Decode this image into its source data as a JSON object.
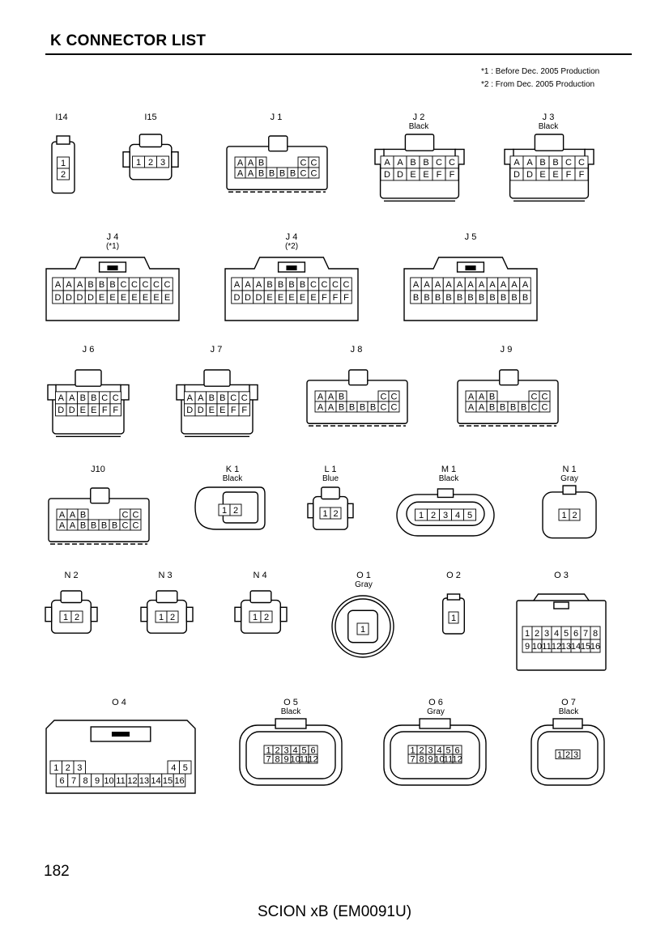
{
  "page": {
    "title": "K  CONNECTOR LIST",
    "notes": [
      "*1 : Before Dec. 2005 Production",
      "*2 : From Dec. 2005 Production"
    ],
    "page_number": "182",
    "footer": "SCION xB (EM0091U)"
  },
  "connectors": [
    {
      "id": "I14",
      "name": "I14",
      "color": "",
      "rows": [
        [
          "1"
        ],
        [
          "2"
        ]
      ]
    },
    {
      "id": "I15",
      "name": "I15",
      "color": "",
      "rows": [
        [
          "1",
          "2",
          "3"
        ]
      ]
    },
    {
      "id": "J1",
      "name": "J 1",
      "color": "",
      "rows": [
        [
          "A",
          "A",
          "B",
          "",
          "",
          "",
          "C",
          "C"
        ],
        [
          "A",
          "A",
          "B",
          "B",
          "B",
          "B",
          "C",
          "C"
        ]
      ]
    },
    {
      "id": "J2",
      "name": "J 2",
      "color": "Black",
      "rows": [
        [
          "A",
          "A",
          "B",
          "B",
          "C",
          "C"
        ],
        [
          "D",
          "D",
          "E",
          "E",
          "F",
          "F"
        ]
      ]
    },
    {
      "id": "J3",
      "name": "J 3",
      "color": "Black",
      "rows": [
        [
          "A",
          "A",
          "B",
          "B",
          "C",
          "C"
        ],
        [
          "D",
          "D",
          "E",
          "E",
          "F",
          "F"
        ]
      ]
    },
    {
      "id": "J4a",
      "name": "J 4",
      "color": "(*1)",
      "rows": [
        [
          "A",
          "A",
          "A",
          "B",
          "B",
          "B",
          "C",
          "C",
          "C",
          "C",
          "C"
        ],
        [
          "D",
          "D",
          "D",
          "D",
          "E",
          "E",
          "E",
          "E",
          "E",
          "E",
          "E"
        ]
      ]
    },
    {
      "id": "J4b",
      "name": "J 4",
      "color": "(*2)",
      "rows": [
        [
          "A",
          "A",
          "A",
          "B",
          "B",
          "B",
          "B",
          "C",
          "C",
          "C",
          "C"
        ],
        [
          "D",
          "D",
          "D",
          "E",
          "E",
          "E",
          "E",
          "E",
          "F",
          "F",
          "F"
        ]
      ]
    },
    {
      "id": "J5",
      "name": "J 5",
      "color": "",
      "rows": [
        [
          "A",
          "A",
          "A",
          "A",
          "A",
          "A",
          "A",
          "A",
          "A",
          "A",
          "A"
        ],
        [
          "B",
          "B",
          "B",
          "B",
          "B",
          "B",
          "B",
          "B",
          "B",
          "B",
          "B"
        ]
      ]
    },
    {
      "id": "J6",
      "name": "J 6",
      "color": "",
      "rows": [
        [
          "A",
          "A",
          "B",
          "B",
          "C",
          "C"
        ],
        [
          "D",
          "D",
          "E",
          "E",
          "F",
          "F"
        ]
      ]
    },
    {
      "id": "J7",
      "name": "J 7",
      "color": "",
      "rows": [
        [
          "A",
          "A",
          "B",
          "B",
          "C",
          "C"
        ],
        [
          "D",
          "D",
          "E",
          "E",
          "F",
          "F"
        ]
      ]
    },
    {
      "id": "J8",
      "name": "J 8",
      "color": "",
      "rows": [
        [
          "A",
          "A",
          "B",
          "",
          "",
          "",
          "C",
          "C"
        ],
        [
          "A",
          "A",
          "B",
          "B",
          "B",
          "B",
          "C",
          "C"
        ]
      ]
    },
    {
      "id": "J9",
      "name": "J 9",
      "color": "",
      "rows": [
        [
          "A",
          "A",
          "B",
          "",
          "",
          "",
          "C",
          "C"
        ],
        [
          "A",
          "A",
          "B",
          "B",
          "B",
          "B",
          "C",
          "C"
        ]
      ]
    },
    {
      "id": "J10",
      "name": "J10",
      "color": "",
      "rows": [
        [
          "A",
          "A",
          "B",
          "",
          "",
          "",
          "C",
          "C"
        ],
        [
          "A",
          "A",
          "B",
          "B",
          "B",
          "B",
          "C",
          "C"
        ]
      ]
    },
    {
      "id": "K1",
      "name": "K 1",
      "color": "Black",
      "rows": [
        [
          "1",
          "2"
        ]
      ]
    },
    {
      "id": "L1",
      "name": "L 1",
      "color": "Blue",
      "rows": [
        [
          "1",
          "2"
        ]
      ]
    },
    {
      "id": "M1",
      "name": "M 1",
      "color": "Black",
      "rows": [
        [
          "1",
          "2",
          "3",
          "4",
          "5"
        ]
      ]
    },
    {
      "id": "N1",
      "name": "N 1",
      "color": "Gray",
      "rows": [
        [
          "1",
          "2"
        ]
      ]
    },
    {
      "id": "N2",
      "name": "N 2",
      "color": "",
      "rows": [
        [
          "1",
          "2"
        ]
      ]
    },
    {
      "id": "N3",
      "name": "N 3",
      "color": "",
      "rows": [
        [
          "1",
          "2"
        ]
      ]
    },
    {
      "id": "N4",
      "name": "N 4",
      "color": "",
      "rows": [
        [
          "1",
          "2"
        ]
      ]
    },
    {
      "id": "O1",
      "name": "O 1",
      "color": "Gray",
      "rows": [
        [
          "1"
        ]
      ]
    },
    {
      "id": "O2",
      "name": "O 2",
      "color": "",
      "rows": [
        [
          "1"
        ]
      ]
    },
    {
      "id": "O3",
      "name": "O 3",
      "color": "",
      "rows": [
        [
          "1",
          "2",
          "3",
          "4",
          "5",
          "6",
          "7",
          "8"
        ],
        [
          "9",
          "10",
          "11",
          "12",
          "13",
          "14",
          "15",
          "16"
        ]
      ]
    },
    {
      "id": "O4",
      "name": "O 4",
      "color": "",
      "rows": [
        [
          "1",
          "2",
          "3",
          "",
          "",
          "",
          "",
          "",
          "",
          "",
          "4",
          "5"
        ],
        [
          "6",
          "7",
          "8",
          "9",
          "10",
          "11",
          "12",
          "13",
          "14",
          "15",
          "16"
        ]
      ]
    },
    {
      "id": "O5",
      "name": "O 5",
      "color": "Black",
      "rows": [
        [
          "1",
          "2",
          "3",
          "4",
          "5",
          "6"
        ],
        [
          "7",
          "8",
          "9",
          "10",
          "11",
          "12"
        ]
      ]
    },
    {
      "id": "O6",
      "name": "O 6",
      "color": "Gray",
      "rows": [
        [
          "1",
          "2",
          "3",
          "4",
          "5",
          "6"
        ],
        [
          "7",
          "8",
          "9",
          "10",
          "11",
          "12"
        ]
      ]
    },
    {
      "id": "O7",
      "name": "O 7",
      "color": "Black",
      "rows": [
        [
          "1",
          "2",
          "3"
        ]
      ]
    }
  ]
}
